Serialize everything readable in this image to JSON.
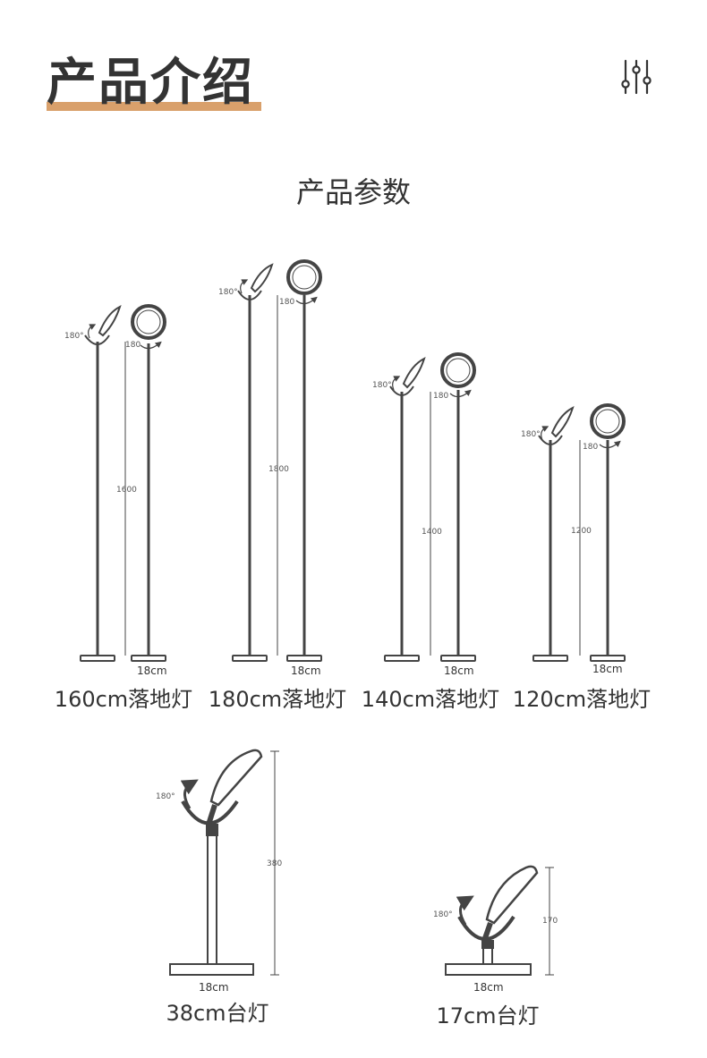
{
  "header": {
    "title": "产品介绍",
    "accent_color": "#d9a06b",
    "icon": "sliders-icon"
  },
  "section_title": "产品参数",
  "floor_lamps": [
    {
      "name": "160cm落地灯",
      "height_label": "1600",
      "base_label": "18cm",
      "rotation_a": "180°",
      "rotation_b": "180"
    },
    {
      "name": "180cm落地灯",
      "height_label": "1800",
      "base_label": "18cm",
      "rotation_a": "180°",
      "rotation_b": "180"
    },
    {
      "name": "140cm落地灯",
      "height_label": "1400",
      "base_label": "18cm",
      "rotation_a": "180°",
      "rotation_b": "180"
    },
    {
      "name": "120cm落地灯",
      "height_label": "1200",
      "base_label": "18cm",
      "rotation_a": "180°",
      "rotation_b": "180"
    }
  ],
  "table_lamps": [
    {
      "name": "38cm台灯",
      "height_label": "380",
      "base_label": "18cm",
      "rotation": "180°"
    },
    {
      "name": "17cm台灯",
      "height_label": "170",
      "base_label": "18cm",
      "rotation": "180°"
    }
  ],
  "colors": {
    "line": "#444444",
    "text": "#333333"
  }
}
